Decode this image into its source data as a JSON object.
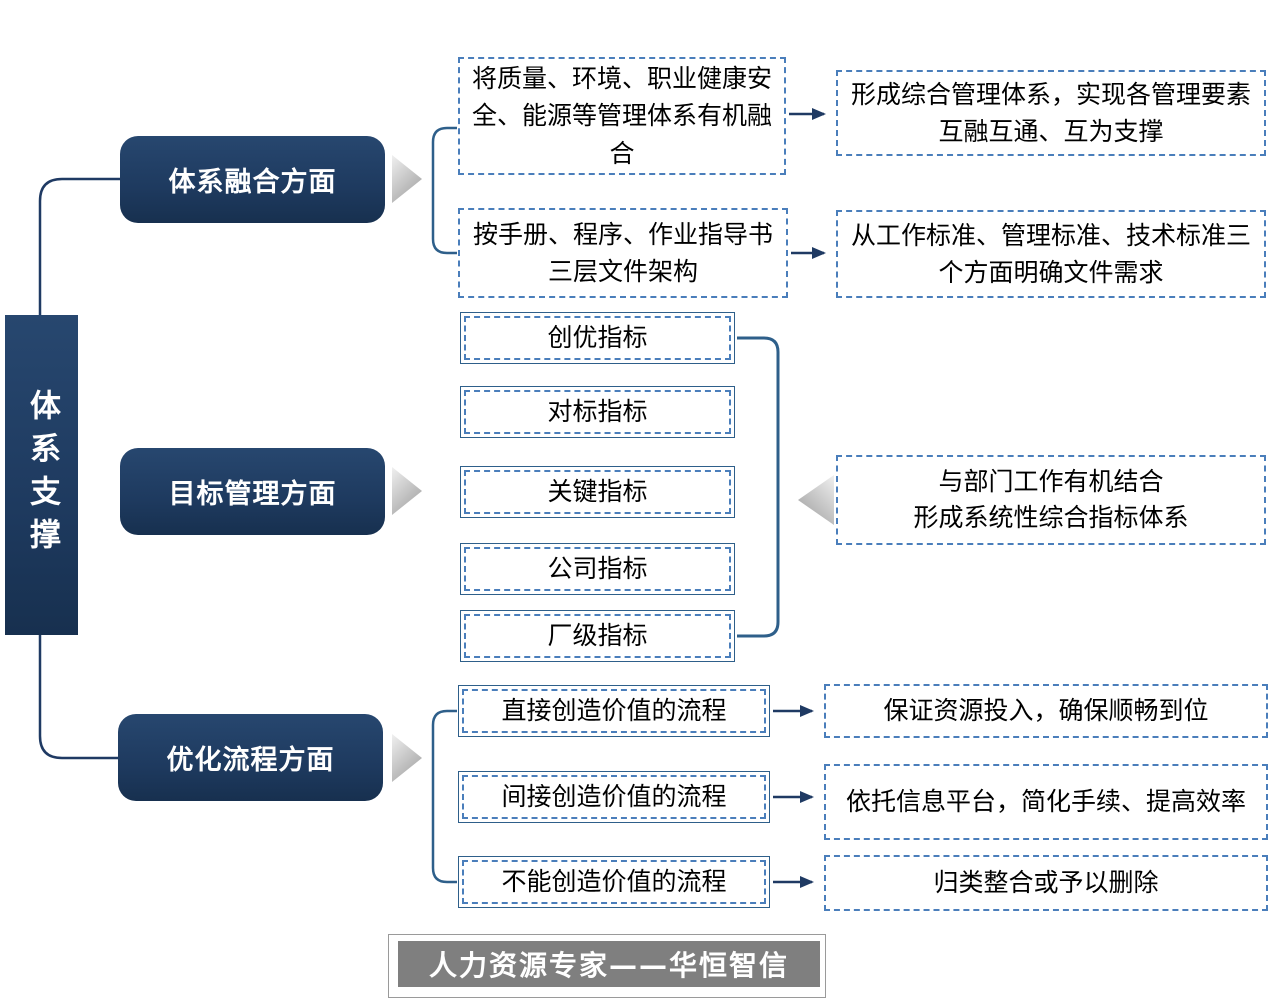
{
  "root": {
    "label": "体系支撑"
  },
  "sections": {
    "fusion": {
      "label": "体系融合方面",
      "item1": "将质量、环境、职业健康安全、能源等管理体系有机融合",
      "result1": "形成综合管理体系，实现各管理要素互融互通、互为支撑",
      "item2": "按手册、程序、作业指导书三层文件架构",
      "result2": "从工作标准、管理标准、技术标准三个方面明确文件需求"
    },
    "target": {
      "label": "目标管理方面",
      "indicators": [
        "创优指标",
        "对标指标",
        "关键指标",
        "公司指标",
        "厂级指标"
      ],
      "summary_line1": "与部门工作有机结合",
      "summary_line2": "形成系统性综合指标体系"
    },
    "process": {
      "label": "优化流程方面",
      "item1": "直接创造价值的流程",
      "result1": "保证资源投入，确保顺畅到位",
      "item2": "间接创造价值的流程",
      "result2": "依托信息平台，简化手续、提高效率",
      "item3": "不能创造价值的流程",
      "result3": "归类整合或予以删除"
    }
  },
  "footer": {
    "text": "人力资源专家——华恒智信"
  },
  "colors": {
    "navy": "#1f3a63",
    "dash_blue": "#4a7ebb",
    "bracket_blue": "#2e5f8a",
    "arrow_dark": "#1f3a63",
    "chevron_gray": "#b3b3b3",
    "footer_gray": "#7f7f7f"
  }
}
